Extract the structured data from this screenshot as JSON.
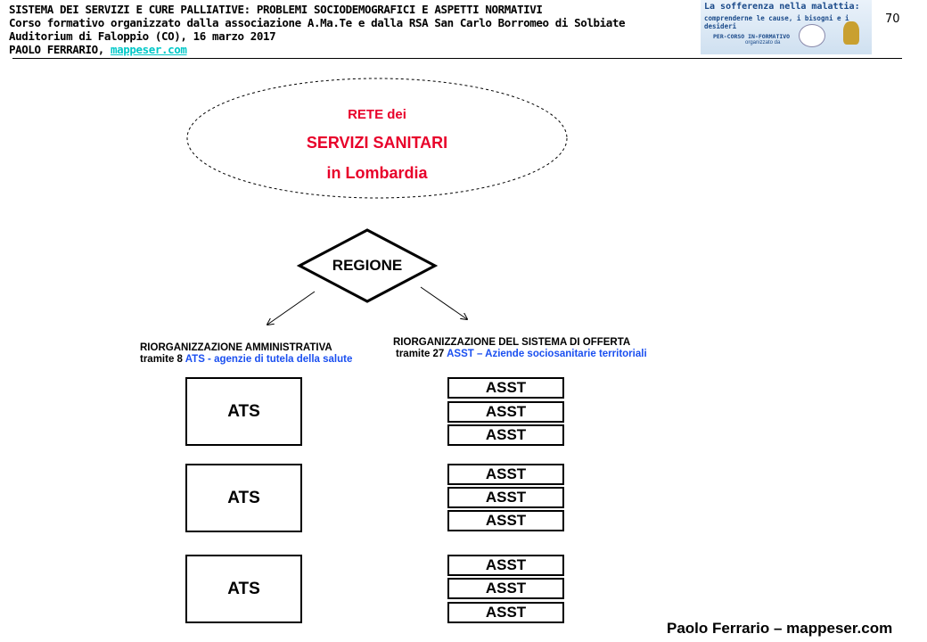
{
  "header": {
    "line1": "SISTEMA DEI SERVIZI E CURE PALLIATIVE: PROBLEMI SOCIODEMOGRAFICI E ASPETTI NORMATIVI",
    "line2": "Corso formativo organizzato dalla associazione  A.Ma.Te  e dalla RSA San Carlo Borromeo di Solbiate",
    "line3": "Auditorium di Faloppio (CO), 16 marzo 2017",
    "author": "PAOLO FERRARIO, ",
    "link": " mappeser.com"
  },
  "banner": {
    "title": "La sofferenza nella malattia:",
    "subtitle": "comprenderne le cause, i bisogni e i desideri",
    "tag": "PER-CORSO IN-FORMATIVO",
    "org": "organizzato da"
  },
  "page_number": "70",
  "title": {
    "l1": "RETE dei",
    "l2": "SERVIZI SANITARI",
    "l3": "in Lombardia"
  },
  "regione": "REGIONE",
  "left": {
    "heading": "RIORGANIZZAZIONE  AMMINISTRATIVA",
    "prefix": "tramite  8  ",
    "detail": "ATS - agenzie di tutela della salute"
  },
  "right": {
    "heading": "RIORGANIZZAZIONE  DEL SISTEMA DI OFFERTA",
    "prefix": "tramite  27  ",
    "detail": "ASST – Aziende sociosanitarie territoriali"
  },
  "ats_label": "ATS",
  "asst_label": "ASST",
  "footer": "Paolo Ferrario – mappeser.com"
}
